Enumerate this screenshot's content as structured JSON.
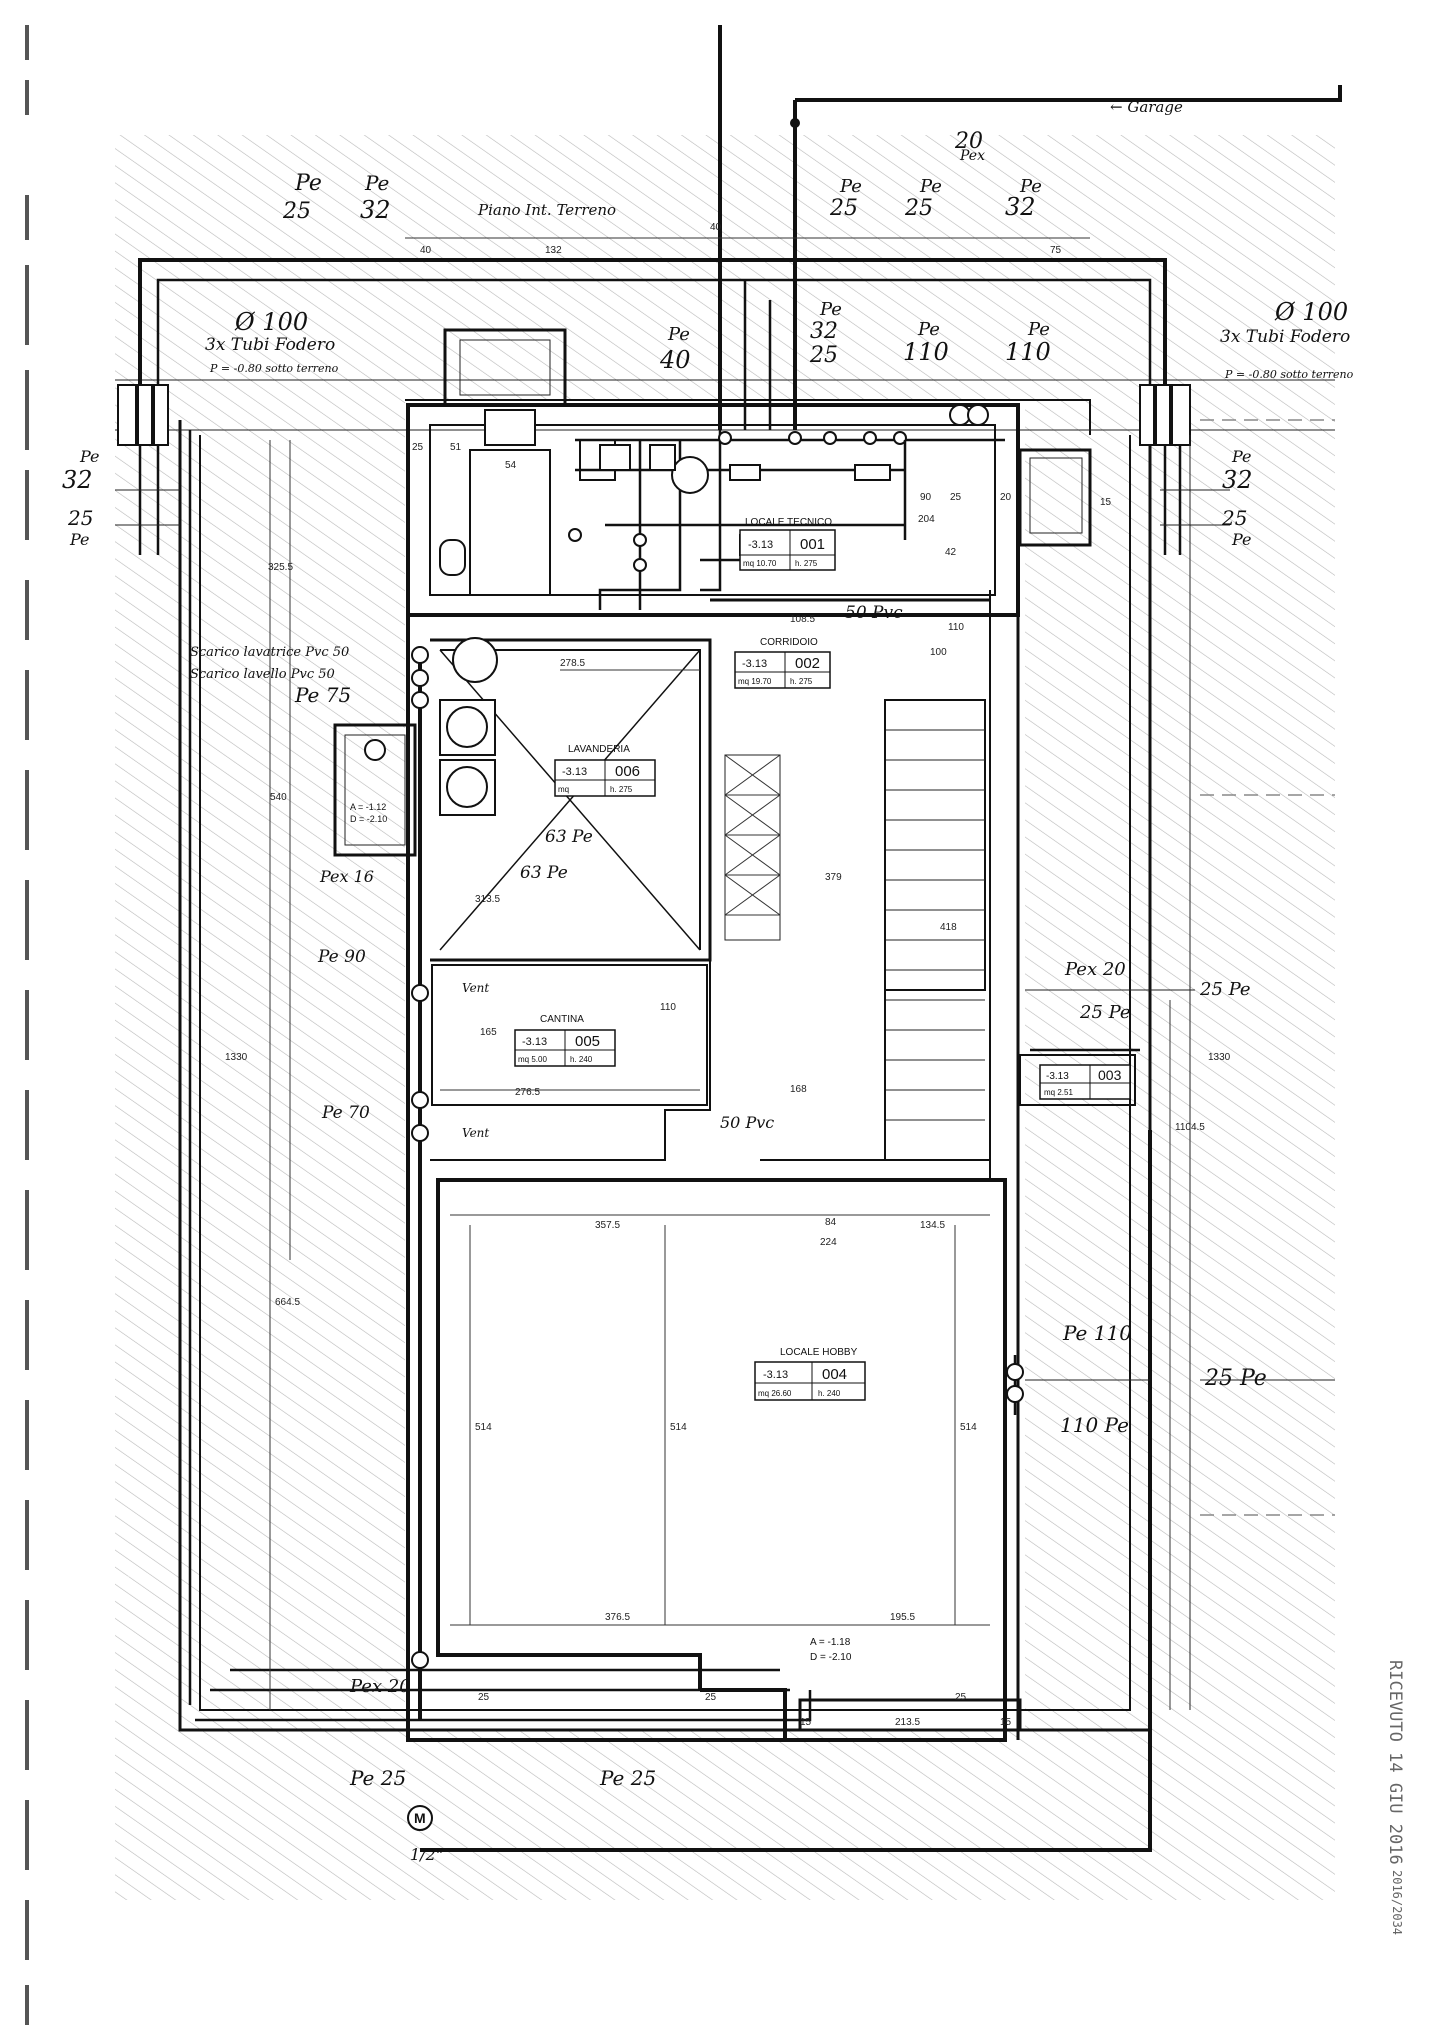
{
  "pipe_labels": {
    "top_left_pe": "Pe",
    "top_left_25": "25",
    "top_left_32": "32",
    "floor_label": "Piano Int. Terreno",
    "garage_label": "← Garage",
    "top_pex": "Pex",
    "top_pex_20": "20",
    "top_center_25": "25",
    "top_right_25": "25",
    "top_right_32": "32",
    "pe_40": "40",
    "pe_32_mid": "32",
    "pe_25_mid": "25",
    "pe_110_a": "110",
    "pe_110_b": "110",
    "left_dia": "Ø 100",
    "left_tubes": "3x Tubi Fodero",
    "left_depth": "P = -0.80 sotto terreno",
    "right_dia": "Ø 100",
    "right_tubes": "3x Tubi Fodero",
    "right_depth": "P = -0.80 sotto terreno",
    "left_pe_32": "32",
    "left_pe_25": "25",
    "right_pe_32": "32",
    "right_pe_25": "25",
    "pvc_50_a": "Scarico lavatrice Pvc 50",
    "pvc_50_b": "Scarico lavello Pvc 50",
    "pe_75": "Pe 75",
    "pex_16": "Pex 16",
    "pe_63_a": "63 Pe",
    "pe_63_b": "63 Pe",
    "pvc_50_corr": "50 Pvc",
    "pe_90": "Pe 90",
    "pe_70": "Pe 70",
    "vent": "Vent",
    "pvc_50_bottom": "50 Pvc",
    "pex_20_right": "Pex 20",
    "pe_25_right": "25 Pe",
    "pe_25_far_right": "25 Pe",
    "pe_110_right_a": "Pe 110",
    "pe_110_right_b": "110 Pe",
    "pe_25_right_low": "25 Pe",
    "pex_20_bottom": "Pex 20",
    "pe_25_bottom_a": "Pe 25",
    "pe_25_bottom_b": "Pe 25",
    "meter": "M",
    "meter_note": "1/2\""
  },
  "rooms": [
    {
      "name": "LOCALE TECNICO",
      "level": "-3.13",
      "code": "001",
      "area": "mq 10.70",
      "height": "h. 275"
    },
    {
      "name": "CORRIDOIO",
      "level": "-3.13",
      "code": "002",
      "area": "mq 19.70",
      "height": "h. 275"
    },
    {
      "name": "LAVANDERIA",
      "level": "-3.13",
      "code": "006",
      "area": "mq",
      "height": "h. 275"
    },
    {
      "name": "CANTINA",
      "level": "-3.13",
      "code": "005",
      "area": "mq 5.00",
      "height": "h. 240"
    },
    {
      "name": "",
      "level": "-3.13",
      "code": "003",
      "area": "mq 2.51",
      "height": ""
    },
    {
      "name": "LOCALE HOBBY",
      "level": "-3.13",
      "code": "004",
      "area": "mq 26.60",
      "height": "h. 240"
    }
  ],
  "dimensions": {
    "d40": "40",
    "d132": "132",
    "d75": "75",
    "d20": "20",
    "d25a": "25",
    "d51": "51",
    "d54": "54",
    "d90": "90",
    "d15": "15",
    "d204": "204",
    "d42": "42",
    "d108_5": "108.5",
    "d278_5": "278.5",
    "d100": "100",
    "d110": "110",
    "d540": "540",
    "d379": "379",
    "d313_5": "313.5",
    "d165": "165",
    "d276_5": "276.5",
    "d168": "168",
    "d84": "84",
    "d357_5": "357.5",
    "d134_5": "134.5",
    "d224": "224",
    "d514a": "514",
    "d514b": "514",
    "d514c": "514",
    "d376_5": "376.5",
    "d195_5": "195.5",
    "d213_5": "213.5",
    "d1330": "1330",
    "d1104_5": "1104.5",
    "d664_5": "664.5",
    "d325_5": "325.5",
    "d1330r": "1330",
    "d418": "418"
  },
  "levels": {
    "hobby_a": "A = -1.18",
    "hobby_b": "D = -2.10",
    "lav_a": "A = -1.12",
    "lav_b": "D = -2.10"
  },
  "side_stamp": "RICEVUTO 14 GIU 2016",
  "bottom_stamp": "2016/2034"
}
